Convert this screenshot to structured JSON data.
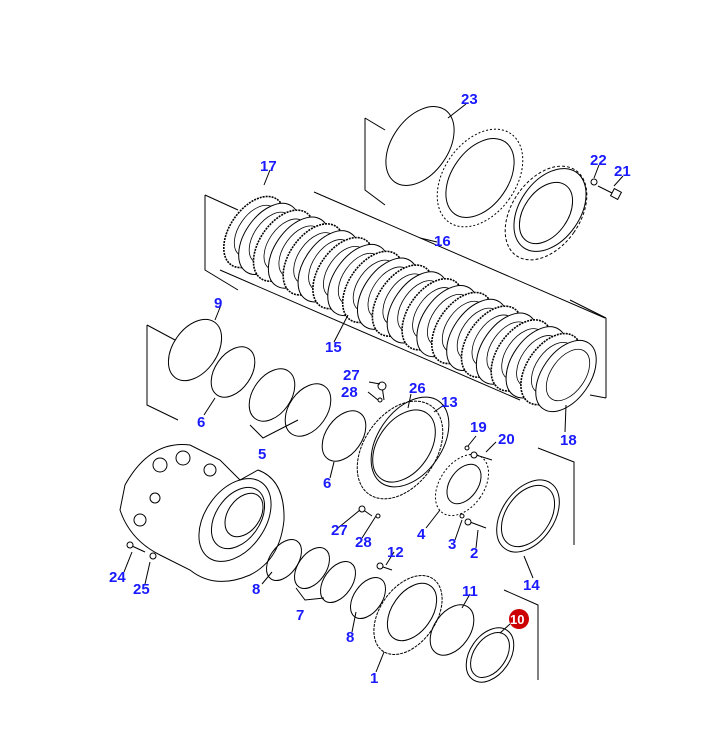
{
  "diagram": {
    "highlight_color": "#cc0000",
    "label_color": "#1a1aff",
    "highlighted_part": "10",
    "labels": {
      "p1": "1",
      "p2": "2",
      "p3": "3",
      "p4": "4",
      "p5": "5",
      "p6a": "6",
      "p6b": "6",
      "p7": "7",
      "p8a": "8",
      "p8b": "8",
      "p9": "9",
      "p10": "10",
      "p11": "11",
      "p12": "12",
      "p13": "13",
      "p14": "14",
      "p15": "15",
      "p16": "16",
      "p17": "17",
      "p18": "18",
      "p19": "19",
      "p20": "20",
      "p21": "21",
      "p22": "22",
      "p23": "23",
      "p24": "24",
      "p25": "25",
      "p26": "26",
      "p27a": "27",
      "p27b": "27",
      "p28a": "28",
      "p28b": "28"
    }
  }
}
